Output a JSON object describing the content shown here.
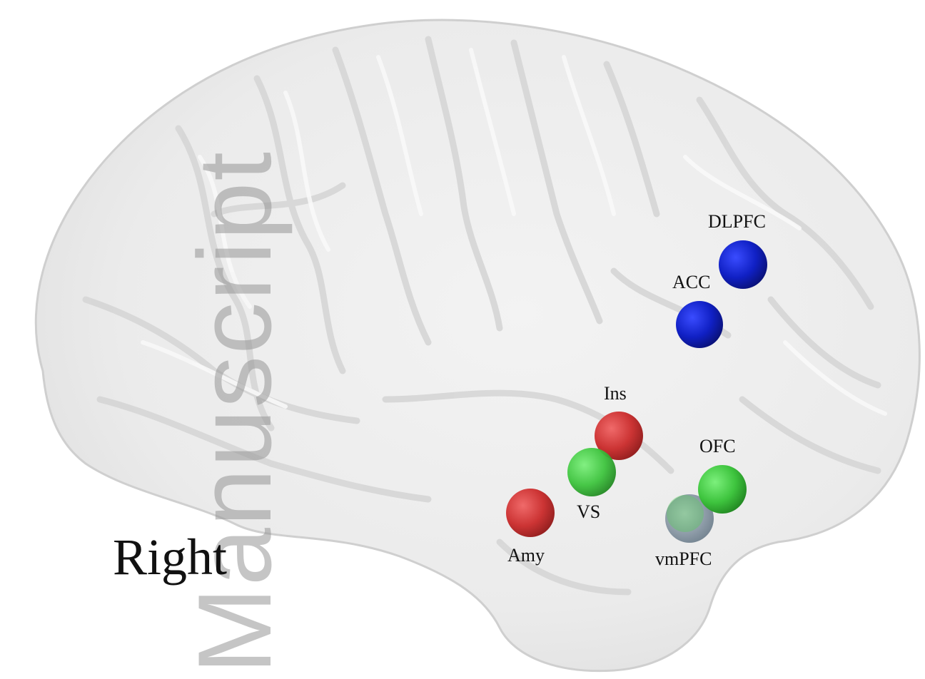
{
  "figure": {
    "side_label": "Right",
    "watermark": "Manuscript",
    "regions": [
      {
        "id": "dlpfc",
        "label": "DLPFC",
        "color": "#0f1fc0"
      },
      {
        "id": "acc",
        "label": "ACC",
        "color": "#1626c4"
      },
      {
        "id": "ins",
        "label": "Ins",
        "color": "#d03a3a"
      },
      {
        "id": "vs",
        "label": "VS",
        "color": "#45cc45"
      },
      {
        "id": "amy",
        "label": "Amy",
        "color": "#cf3434"
      },
      {
        "id": "ofc",
        "label": "OFC",
        "color": "#2fc32f"
      },
      {
        "id": "vmpfc",
        "label": "vmPFC",
        "color": "#8a9aa8"
      }
    ]
  }
}
